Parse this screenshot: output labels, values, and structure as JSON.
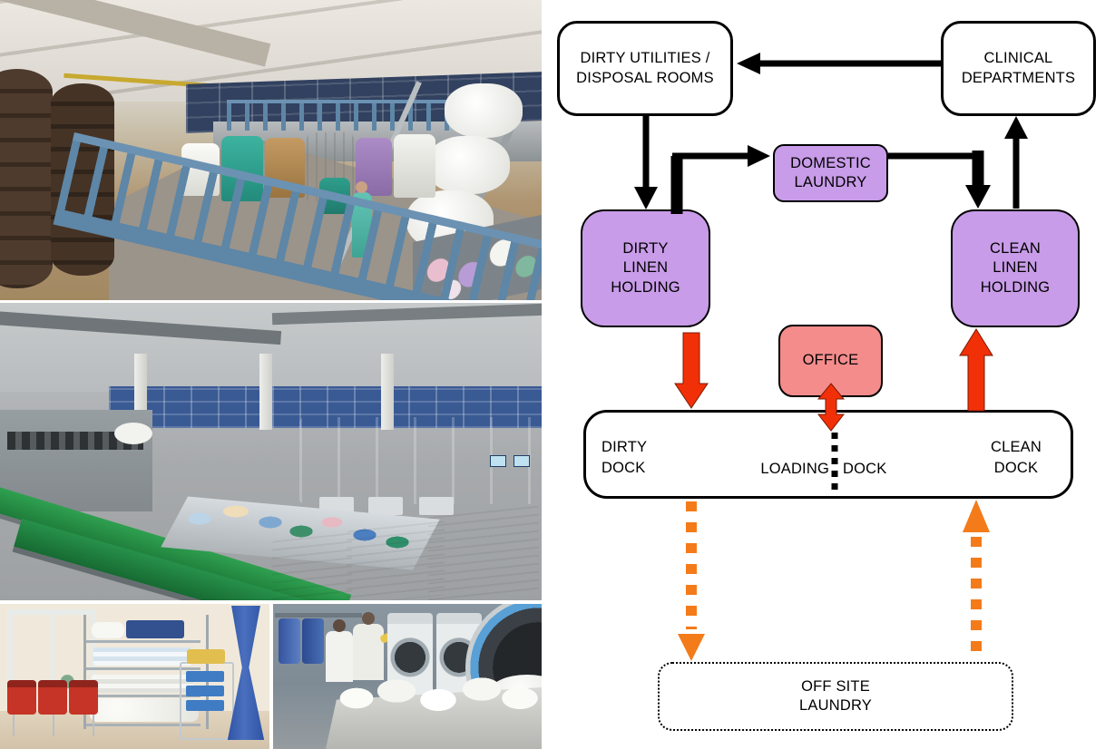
{
  "diagram": {
    "nodes": {
      "dirty_utilities": {
        "label": "DIRTY UTILITIES /\nDISPOSAL ROOMS"
      },
      "clinical_departments": {
        "label": "CLINICAL\nDEPARTMENTS"
      },
      "domestic_laundry": {
        "label": "DOMESTIC\nLAUNDRY"
      },
      "dirty_linen_holding": {
        "label": "DIRTY\nLINEN\nHOLDING"
      },
      "clean_linen_holding": {
        "label": "CLEAN\nLINEN\nHOLDING"
      },
      "office": {
        "label": "OFFICE"
      },
      "dirty_dock": {
        "label": "DIRTY\nDOCK"
      },
      "loading_dock": {
        "label_left": "LOADING",
        "label_right": "DOCK"
      },
      "clean_dock": {
        "label": "CLEAN\nDOCK"
      },
      "off_site_laundry": {
        "label": "OFF SITE\nLAUNDRY"
      }
    },
    "flows": [
      {
        "from": "CLINICAL DEPARTMENTS",
        "to": "DIRTY UTILITIES / DISPOSAL ROOMS",
        "style": "black-solid"
      },
      {
        "from": "DIRTY UTILITIES / DISPOSAL ROOMS",
        "to": "DIRTY LINEN HOLDING",
        "style": "black-solid"
      },
      {
        "from": "DIRTY LINEN HOLDING",
        "to": "DOMESTIC LAUNDRY",
        "style": "black-solid"
      },
      {
        "from": "DOMESTIC LAUNDRY",
        "to": "CLEAN LINEN HOLDING",
        "style": "black-solid"
      },
      {
        "from": "CLEAN LINEN HOLDING",
        "to": "CLINICAL DEPARTMENTS",
        "style": "black-solid"
      },
      {
        "from": "DIRTY LINEN HOLDING",
        "to": "DIRTY DOCK",
        "style": "red-solid"
      },
      {
        "from": "OFFICE",
        "to": "LOADING DOCK",
        "style": "red-solid-double"
      },
      {
        "from": "CLEAN DOCK",
        "to": "CLEAN LINEN HOLDING",
        "style": "red-solid"
      },
      {
        "from": "DIRTY DOCK",
        "to": "OFF SITE LAUNDRY",
        "style": "orange-dashed"
      },
      {
        "from": "OFF SITE LAUNDRY",
        "to": "CLEAN DOCK",
        "style": "orange-dashed"
      }
    ],
    "colors": {
      "node_purple": "#C89CE8",
      "node_pink": "#F48C8C",
      "node_white": "#FFFFFF",
      "arrow_black": "#000000",
      "arrow_red": "#F23008",
      "arrow_orange": "#F47B1A",
      "border": "#000000",
      "background": "#FFFFFF"
    }
  },
  "photos": {
    "top": {
      "description": "dirty linen sorting warehouse with roll cages and blue railing"
    },
    "middle": {
      "description": "industrial laundry hall with blue ironer machines and green conveyor"
    },
    "bottom_left": {
      "description": "clean linen shelving trolley, red hampers and blue privacy curtain"
    },
    "bottom_right": {
      "description": "workers at washers and dryers with trolley of white linen"
    }
  }
}
